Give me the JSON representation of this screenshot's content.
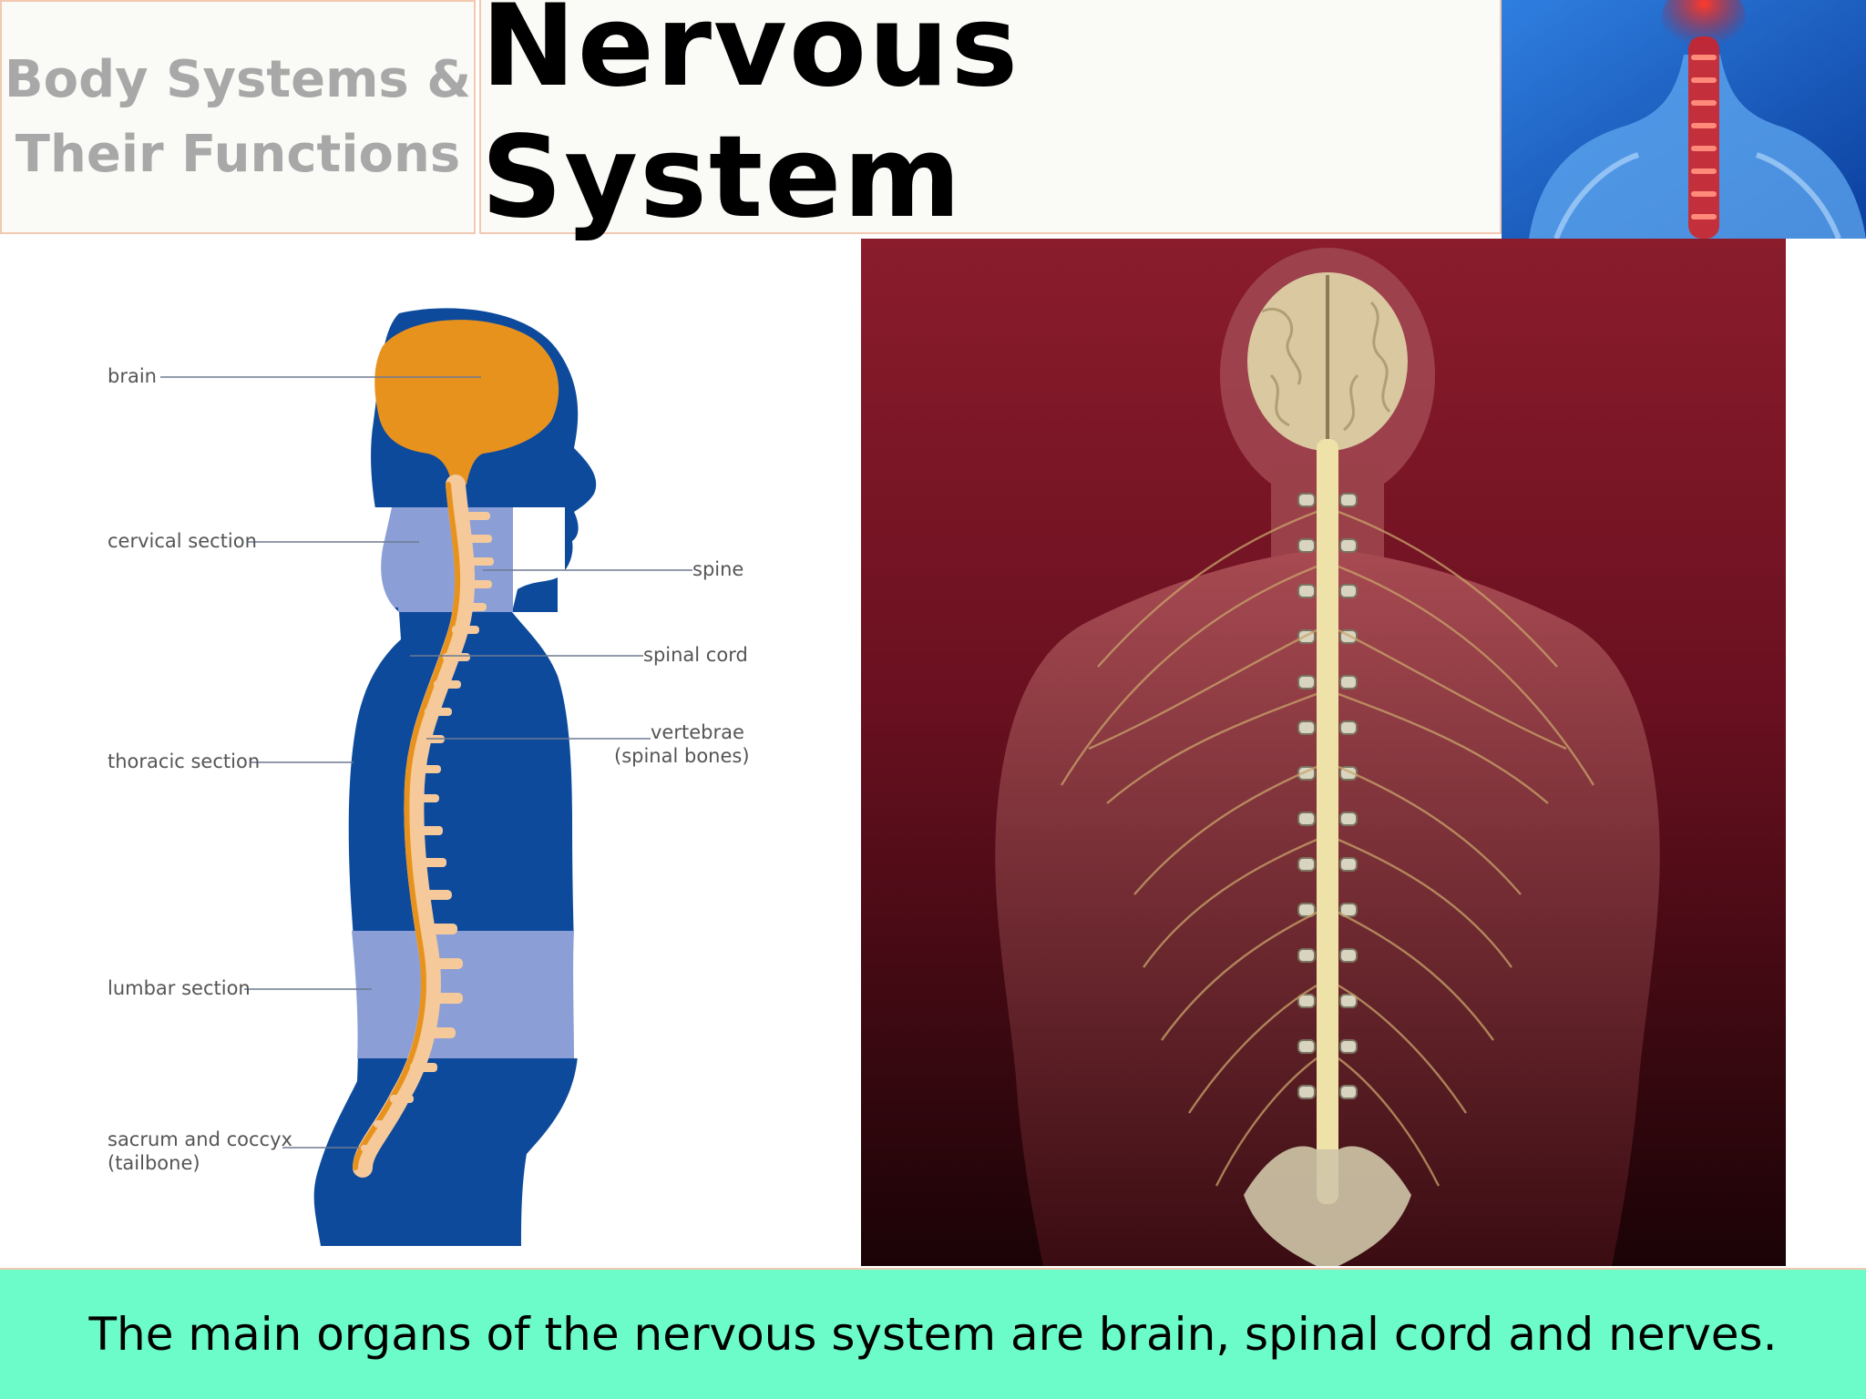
{
  "header": {
    "section_title_line1": "Body Systems &",
    "section_title_line2": "Their Functions",
    "page_title": "Nervous System"
  },
  "diagram": {
    "labels": {
      "brain": "brain",
      "cervical_section": "cervical section",
      "thoracic_section": "thoracic section",
      "lumbar_section": "lumbar section",
      "sacrum_line1": "sacrum and coccyx",
      "sacrum_line2": "(tailbone)",
      "spine": "spine",
      "spinal_cord": "spinal cord",
      "vertebrae_line1": "vertebrae",
      "vertebrae_line2": "(spinal bones)"
    }
  },
  "footer": {
    "caption": "The main organs of the nervous system are brain, spinal cord and nerves."
  },
  "colors": {
    "body_blue": "#0d4a9c",
    "section_light_blue": "#8b9fd6",
    "brain_orange": "#e8921e",
    "spine_light": "#f6c99a",
    "footer_mint": "#6bfcca",
    "photo_bg_top": "#8a1c2c",
    "photo_bg_bottom": "#1a0306"
  }
}
